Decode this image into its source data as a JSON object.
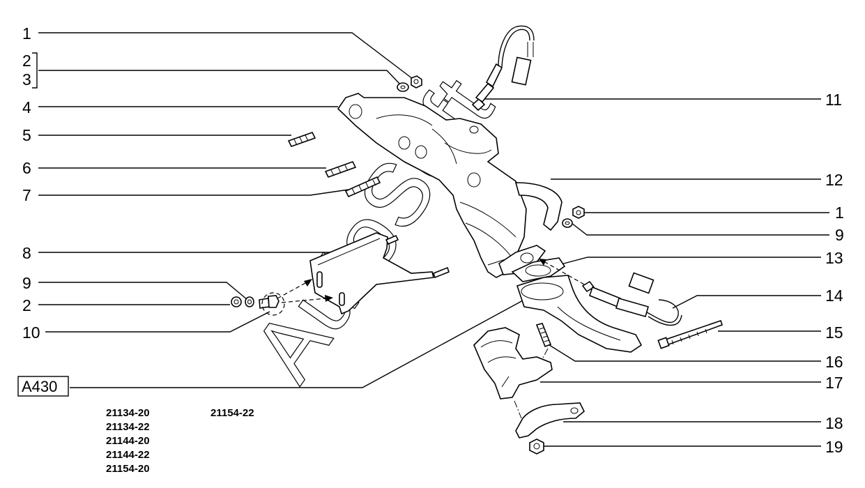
{
  "callouts": {
    "left": [
      "1",
      "2",
      "3",
      "4",
      "5",
      "6",
      "7",
      "8",
      "9",
      "2",
      "10"
    ],
    "right": [
      "11",
      "12",
      "1",
      "9",
      "13",
      "14",
      "15",
      "16",
      "17",
      "18",
      "19"
    ]
  },
  "box_label": "A430",
  "watermark": "AutoSoft",
  "model_codes": {
    "col1": [
      "21134-20",
      "21134-22",
      "21144-20",
      "21144-22",
      "21154-20"
    ],
    "col2": [
      "21154-22"
    ]
  }
}
